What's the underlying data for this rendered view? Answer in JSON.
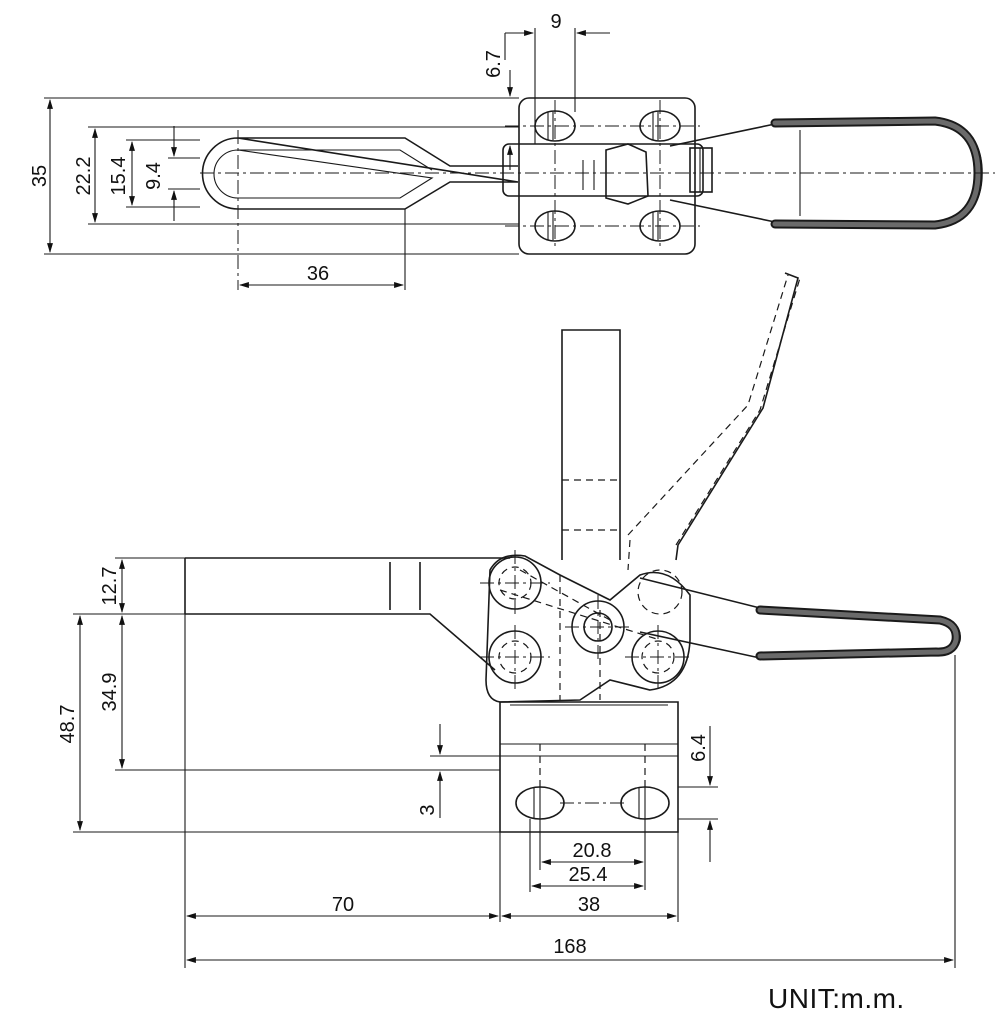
{
  "top_view": {
    "dims": {
      "overall_width": "35",
      "slot_outer": "22.2",
      "slot_mid": "15.4",
      "slot_inner": "9.4",
      "slot_length": "36",
      "hole_spacing": "9",
      "hole_offset": "6.7"
    }
  },
  "side_view": {
    "dims": {
      "arm_height": "12.7",
      "pivot_height": "34.9",
      "overall_height": "48.7",
      "base_slot_width": "6.4",
      "base_step": "3",
      "hole_pitch_inner": "20.8",
      "hole_pitch_outer": "25.4",
      "base_length": "38",
      "reach": "70",
      "overall_length": "168"
    }
  },
  "unit_label": "UNIT:m.m."
}
